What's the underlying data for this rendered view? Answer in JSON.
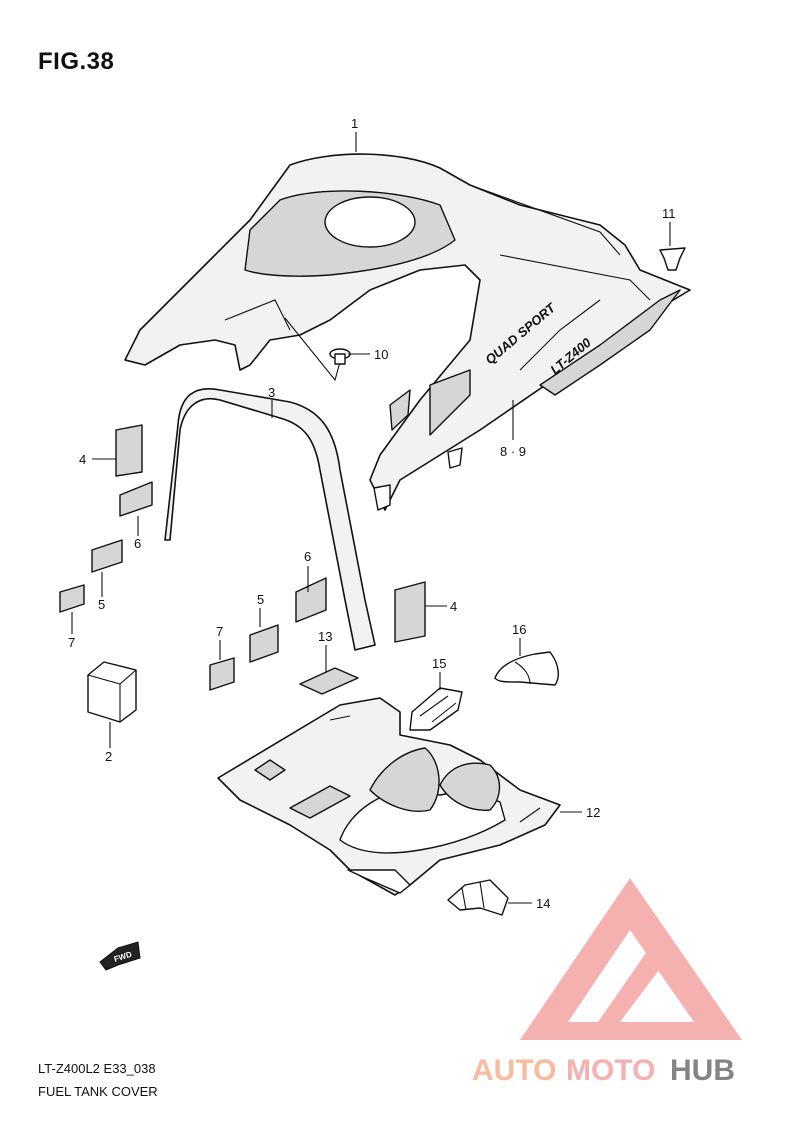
{
  "figure": {
    "title": "FIG.38"
  },
  "labels": {
    "p1": "1",
    "p2": "2",
    "p3": "3",
    "p4a": "4",
    "p4b": "4",
    "p5a": "5",
    "p5b": "5",
    "p6a": "6",
    "p6b": "6",
    "p7a": "7",
    "p7b": "7",
    "p89": "8 · 9",
    "p10": "10",
    "p11": "11",
    "p12": "12",
    "p13": "13",
    "p14": "14",
    "p15": "15",
    "p16": "16"
  },
  "decals": {
    "quad_sport": "QUAD SPORT",
    "model": "LT-Z400",
    "fwd": "FWD"
  },
  "watermark": {
    "part1": "AUTO",
    "part2": "MOTO",
    "part3": "HUB"
  },
  "footer": {
    "code": "LT-Z400L2 E33_038",
    "caption": "FUEL TANK COVER"
  },
  "colors": {
    "watermark_pink": "#f4a3a3",
    "watermark_salmon": "#f7b08f",
    "watermark_dark": "#6f6f6f"
  }
}
